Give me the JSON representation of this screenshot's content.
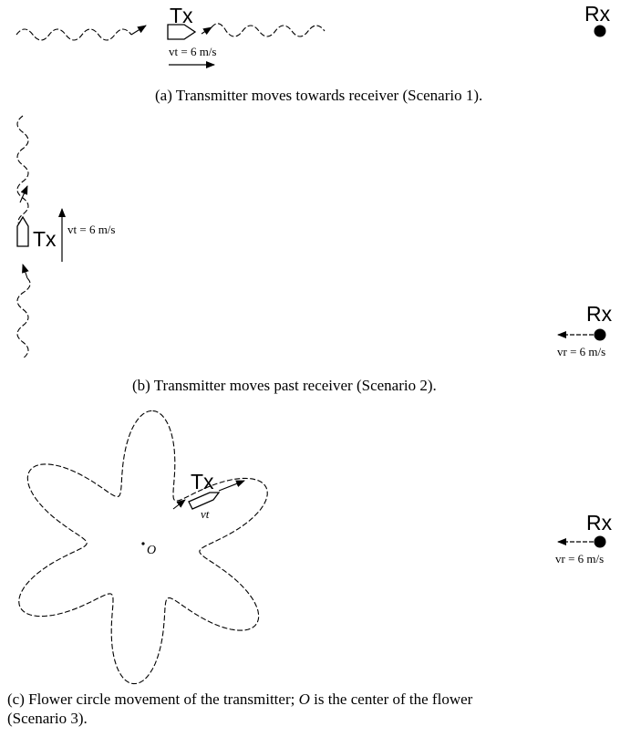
{
  "scenario_a": {
    "tx_label": "Tx",
    "rx_label": "Rx",
    "speed_label": "vt = 6 m/s",
    "caption": "(a) Transmitter moves towards receiver (Scenario 1)."
  },
  "scenario_b": {
    "tx_label": "Tx",
    "rx_label": "Rx",
    "tx_speed_label": "vt = 6 m/s",
    "rx_speed_label": "vr = 6 m/s",
    "caption": "(b) Transmitter moves past receiver (Scenario 2)."
  },
  "scenario_c": {
    "tx_label": "Tx",
    "rx_label": "Rx",
    "tx_speed_label": "vt",
    "rx_speed_label": "vr = 6 m/s",
    "center_label": "O",
    "caption_line1_pre": "(c) Flower circle movement of the transmitter; ",
    "caption_center": "O",
    "caption_line1_post": " is the center of the flower",
    "caption_line2": "(Scenario 3)."
  }
}
